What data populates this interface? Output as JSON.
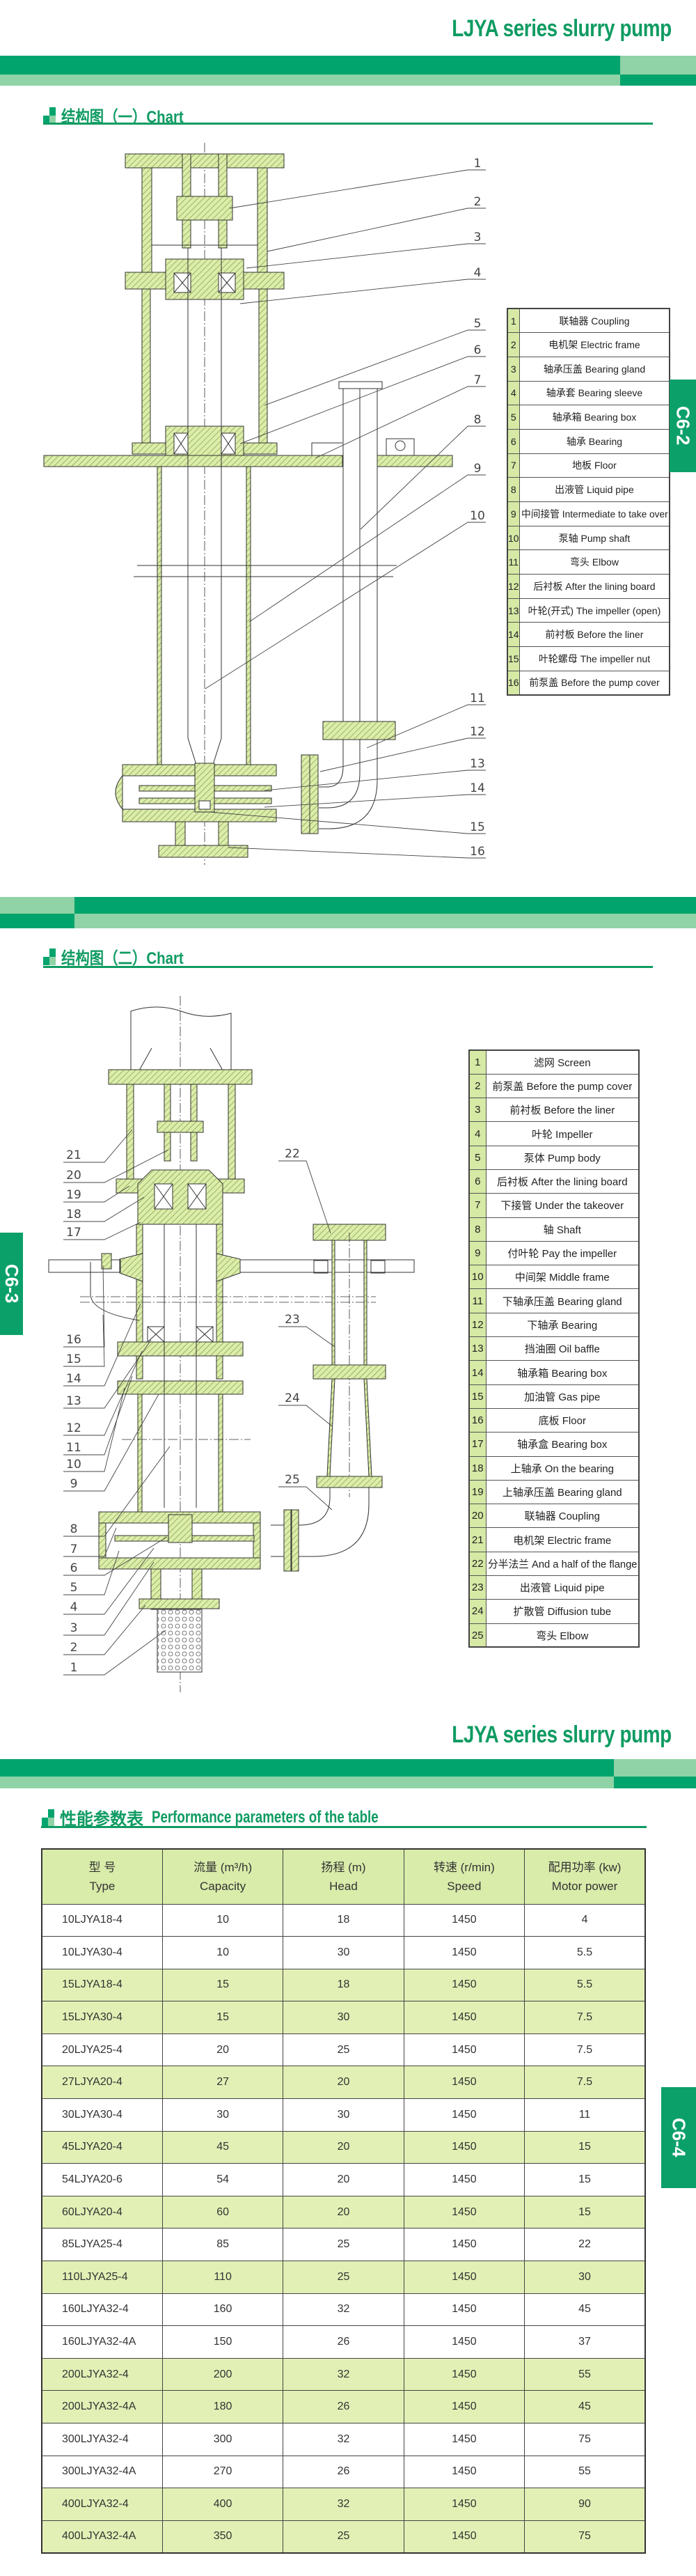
{
  "header": {
    "title": "LJYA series slurry pump"
  },
  "section1": {
    "heading": "结构图（一）Chart",
    "tab": "C6-2",
    "parts": [
      {
        "no": "1",
        "name": "联轴器 Coupling"
      },
      {
        "no": "2",
        "name": "电机架 Electric frame"
      },
      {
        "no": "3",
        "name": "轴承压盖 Bearing gland"
      },
      {
        "no": "4",
        "name": "轴承套 Bearing sleeve"
      },
      {
        "no": "5",
        "name": "轴承箱 Bearing box"
      },
      {
        "no": "6",
        "name": "轴承 Bearing"
      },
      {
        "no": "7",
        "name": "地板  Floor"
      },
      {
        "no": "8",
        "name": "出液管  Liquid pipe"
      },
      {
        "no": "9",
        "name": "中间接管 Intermediate to take over"
      },
      {
        "no": "10",
        "name": "泵轴 Pump shaft"
      },
      {
        "no": "11",
        "name": "弯头 Elbow"
      },
      {
        "no": "12",
        "name": "后衬板 After the lining board"
      },
      {
        "no": "13",
        "name": "叶轮(开式) The impeller (open)"
      },
      {
        "no": "14",
        "name": "前衬板 Before the liner"
      },
      {
        "no": "15",
        "name": "叶轮螺母 The impeller nut"
      },
      {
        "no": "16",
        "name": "前泵盖 Before the pump cover"
      }
    ],
    "callouts": [
      "1",
      "2",
      "3",
      "4",
      "5",
      "6",
      "7",
      "8",
      "9",
      "10",
      "11",
      "12",
      "13",
      "14",
      "15",
      "16"
    ]
  },
  "section2": {
    "heading": "结构图（二）Chart",
    "tab": "C6-3",
    "parts": [
      {
        "no": "1",
        "name": "滤网 Screen"
      },
      {
        "no": "2",
        "name": "前泵盖 Before the pump cover"
      },
      {
        "no": "3",
        "name": "前衬板 Before the liner"
      },
      {
        "no": "4",
        "name": "叶轮 Impeller"
      },
      {
        "no": "5",
        "name": "泵体 Pump body"
      },
      {
        "no": "6",
        "name": "后衬板 After the lining board"
      },
      {
        "no": "7",
        "name": "下接管 Under the takeover"
      },
      {
        "no": "8",
        "name": "轴 Shaft"
      },
      {
        "no": "9",
        "name": "付叶轮 Pay the impeller"
      },
      {
        "no": "10",
        "name": "中间架 Middle frame"
      },
      {
        "no": "11",
        "name": "下轴承压盖 Bearing gland"
      },
      {
        "no": "12",
        "name": "下轴承 Bearing"
      },
      {
        "no": "13",
        "name": "挡油圈 Oil baffle"
      },
      {
        "no": "14",
        "name": "轴承箱 Bearing box"
      },
      {
        "no": "15",
        "name": "加油管 Gas pipe"
      },
      {
        "no": "16",
        "name": "底板 Floor"
      },
      {
        "no": "17",
        "name": "轴承盒 Bearing box"
      },
      {
        "no": "18",
        "name": "上轴承 On the bearing"
      },
      {
        "no": "19",
        "name": "上轴承压盖 Bearing gland"
      },
      {
        "no": "20",
        "name": "联轴器 Coupling"
      },
      {
        "no": "21",
        "name": "电机架 Electric frame"
      },
      {
        "no": "22",
        "name": "分半法兰 And a half of the flange"
      },
      {
        "no": "23",
        "name": "出液管 Liquid pipe"
      },
      {
        "no": "24",
        "name": "扩散管 Diffusion tube"
      },
      {
        "no": "25",
        "name": "弯头 Elbow"
      }
    ],
    "callouts": [
      "1",
      "2",
      "3",
      "4",
      "5",
      "6",
      "7",
      "8",
      "9",
      "10",
      "11",
      "12",
      "13",
      "14",
      "15",
      "16",
      "17",
      "18",
      "19",
      "20",
      "21",
      "22",
      "23",
      "24",
      "25"
    ]
  },
  "section3": {
    "title": "LJYA series slurry pump",
    "heading_cn": "性能参数表",
    "heading_en": "Performance parameters of the table",
    "tab": "C6-4",
    "columns": [
      {
        "cn": "型 号",
        "en": "Type"
      },
      {
        "cn": "流量 (m³/h)",
        "en": "Capacity"
      },
      {
        "cn": "扬程 (m)",
        "en": "Head"
      },
      {
        "cn": "转速 (r/min)",
        "en": "Speed"
      },
      {
        "cn": "配用功率 (kw)",
        "en": "Motor power"
      }
    ],
    "rows": [
      {
        "type": "10LJYA18-4",
        "capacity": "10",
        "head": "18",
        "speed": "1450",
        "power": "4",
        "shaded": false
      },
      {
        "type": "10LJYA30-4",
        "capacity": "10",
        "head": "30",
        "speed": "1450",
        "power": "5.5",
        "shaded": false
      },
      {
        "type": "15LJYA18-4",
        "capacity": "15",
        "head": "18",
        "speed": "1450",
        "power": "5.5",
        "shaded": true
      },
      {
        "type": "15LJYA30-4",
        "capacity": "15",
        "head": "30",
        "speed": "1450",
        "power": "7.5",
        "shaded": true
      },
      {
        "type": "20LJYA25-4",
        "capacity": "20",
        "head": "25",
        "speed": "1450",
        "power": "7.5",
        "shaded": false
      },
      {
        "type": "27LJYA20-4",
        "capacity": "27",
        "head": "20",
        "speed": "1450",
        "power": "7.5",
        "shaded": true
      },
      {
        "type": "30LJYA30-4",
        "capacity": "30",
        "head": "30",
        "speed": "1450",
        "power": "11",
        "shaded": false
      },
      {
        "type": "45LJYA20-4",
        "capacity": "45",
        "head": "20",
        "speed": "1450",
        "power": "15",
        "shaded": true
      },
      {
        "type": "54LJYA20-6",
        "capacity": "54",
        "head": "20",
        "speed": "1450",
        "power": "15",
        "shaded": false
      },
      {
        "type": "60LJYA20-4",
        "capacity": "60",
        "head": "20",
        "speed": "1450",
        "power": "15",
        "shaded": true
      },
      {
        "type": "85LJYA25-4",
        "capacity": "85",
        "head": "25",
        "speed": "1450",
        "power": "22",
        "shaded": false
      },
      {
        "type": "110LJYA25-4",
        "capacity": "110",
        "head": "25",
        "speed": "1450",
        "power": "30",
        "shaded": true
      },
      {
        "type": "160LJYA32-4",
        "capacity": "160",
        "head": "32",
        "speed": "1450",
        "power": "45",
        "shaded": false
      },
      {
        "type": "160LJYA32-4A",
        "capacity": "150",
        "head": "26",
        "speed": "1450",
        "power": "37",
        "shaded": false
      },
      {
        "type": "200LJYA32-4",
        "capacity": "200",
        "head": "32",
        "speed": "1450",
        "power": "55",
        "shaded": true
      },
      {
        "type": "200LJYA32-4A",
        "capacity": "180",
        "head": "26",
        "speed": "1450",
        "power": "45",
        "shaded": true
      },
      {
        "type": "300LJYA32-4",
        "capacity": "300",
        "head": "32",
        "speed": "1450",
        "power": "75",
        "shaded": false
      },
      {
        "type": "300LJYA32-4A",
        "capacity": "270",
        "head": "26",
        "speed": "1450",
        "power": "55",
        "shaded": false
      },
      {
        "type": "400LJYA32-4",
        "capacity": "400",
        "head": "32",
        "speed": "1450",
        "power": "90",
        "shaded": true
      },
      {
        "type": "400LJYA32-4A",
        "capacity": "350",
        "head": "25",
        "speed": "1450",
        "power": "75",
        "shaded": true
      }
    ]
  },
  "colors": {
    "brand_dark": "#00a46c",
    "brand_light": "#8fd3a6",
    "heading": "#0f9b62",
    "cell_green": "#e2f0b5"
  }
}
